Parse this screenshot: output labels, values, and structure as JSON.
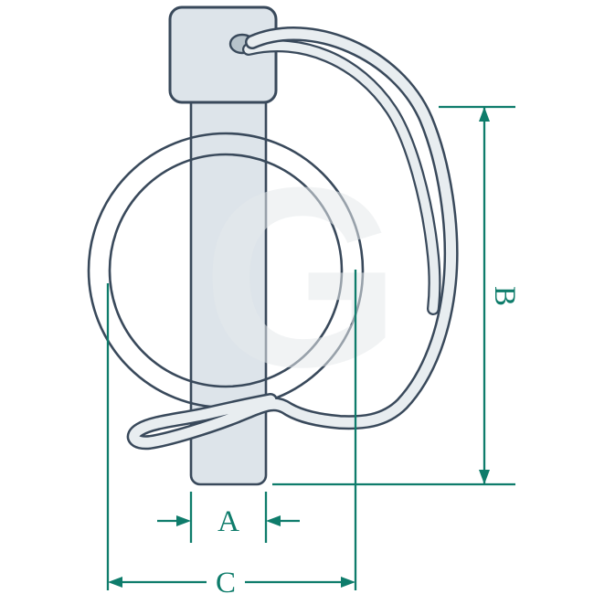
{
  "diagram": {
    "dimensions": {
      "a_label": "A",
      "b_label": "B",
      "c_label": "C"
    },
    "watermark_letter": "G",
    "colors": {
      "dimension": "#0e7c6b",
      "outline": "#39495b",
      "fill": "#dde4ea",
      "wire_fill": "#e8edf0",
      "hole_fill": "#b7c3cb",
      "watermark": "#e6eaec",
      "background": "#ffffff"
    }
  }
}
